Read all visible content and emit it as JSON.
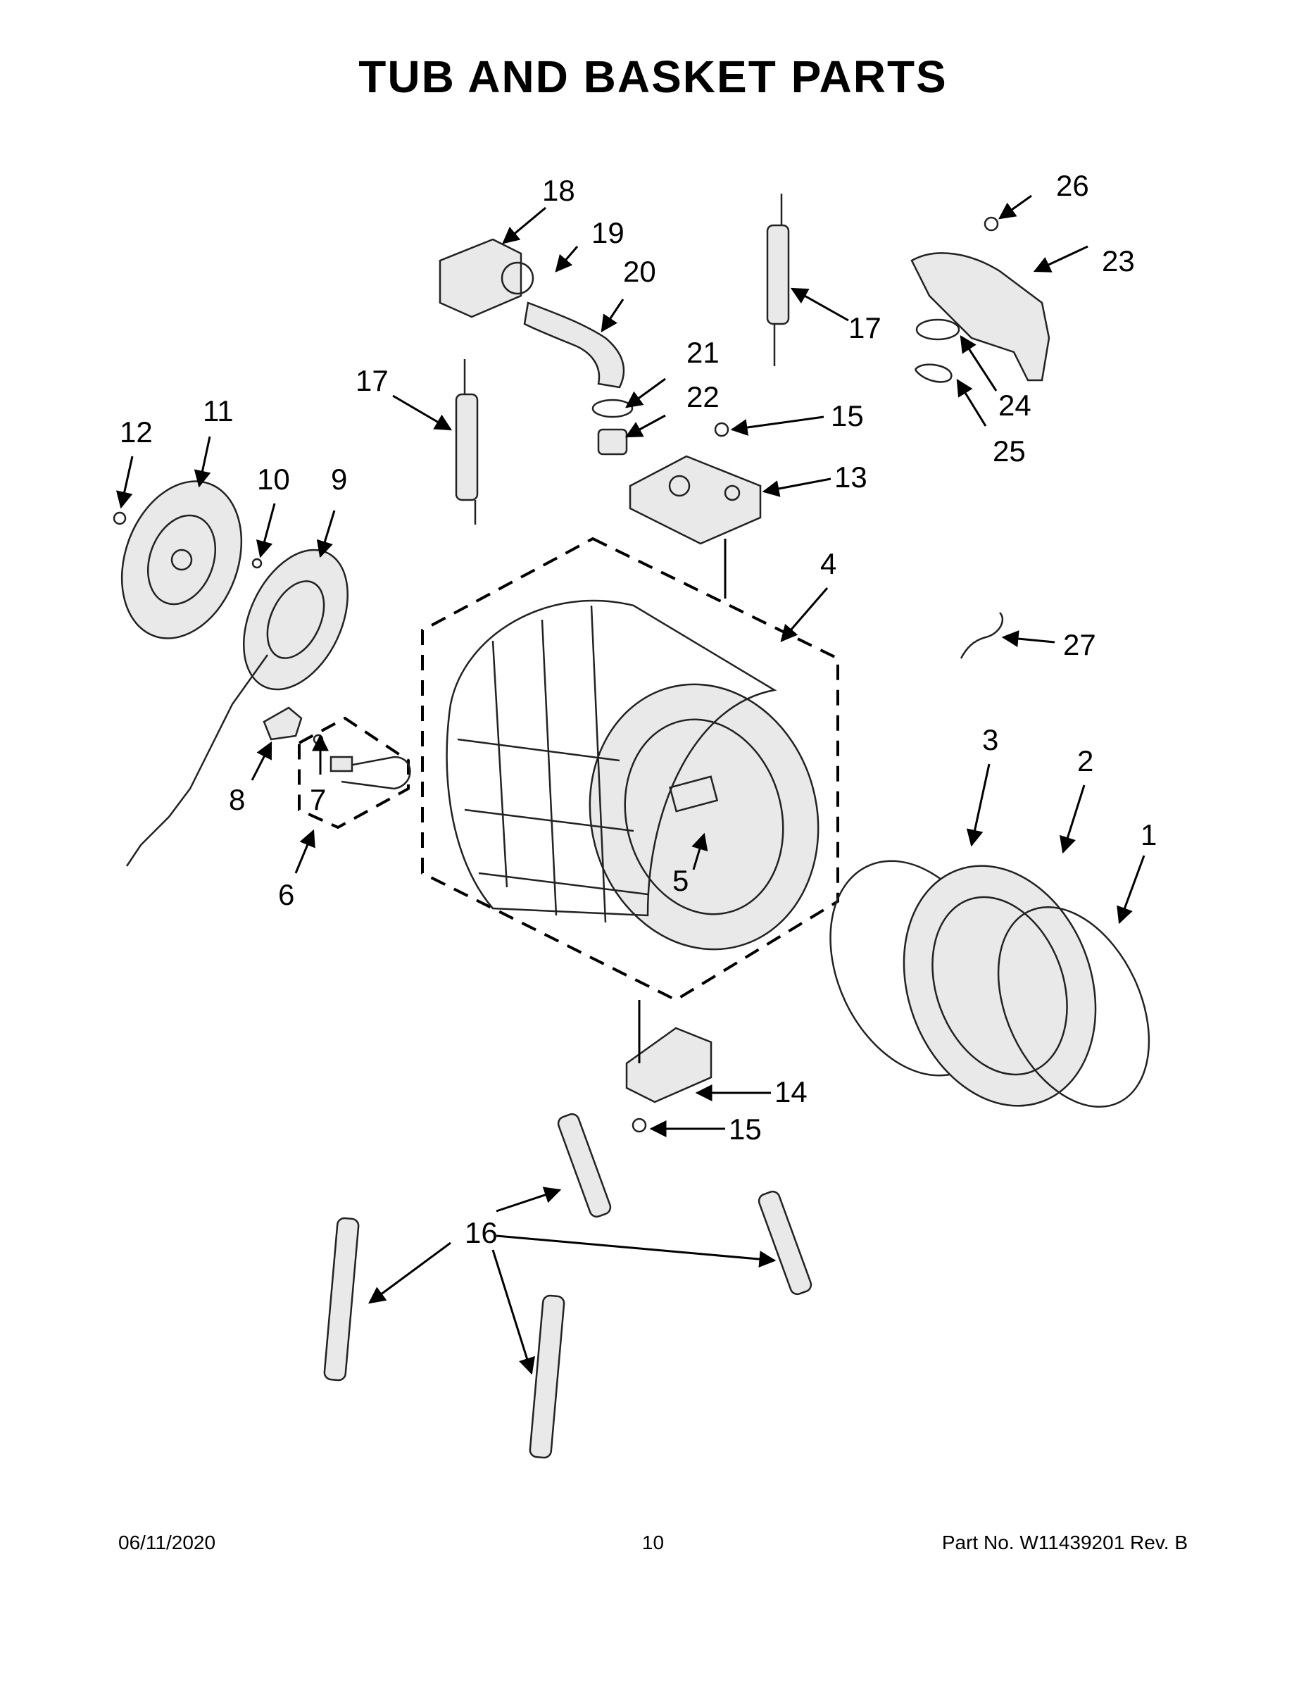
{
  "title": "TUB AND BASKET PARTS",
  "footer": {
    "date": "06/11/2020",
    "page": "10",
    "part_no": "Part No.  W11439201  Rev.  B"
  },
  "callouts": [
    "1",
    "2",
    "3",
    "4",
    "5",
    "6",
    "7",
    "8",
    "9",
    "10",
    "11",
    "12",
    "13",
    "14",
    "15",
    "15",
    "16",
    "17",
    "17",
    "18",
    "19",
    "20",
    "21",
    "22",
    "23",
    "24",
    "25",
    "26",
    "27"
  ]
}
